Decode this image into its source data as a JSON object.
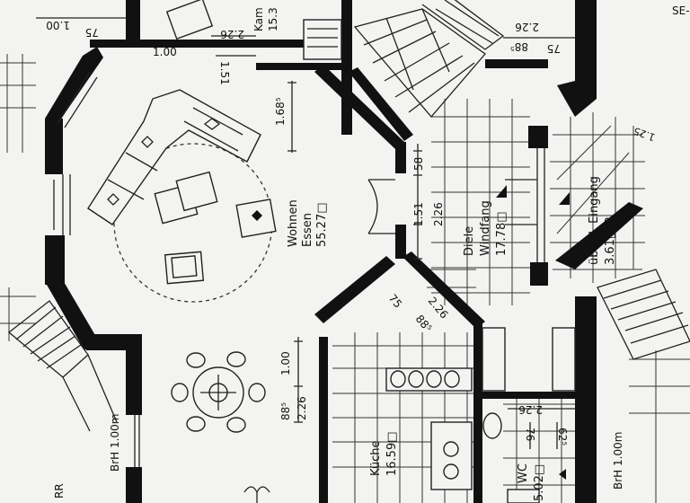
{
  "rooms": {
    "living": {
      "name": "Wohnen",
      "name2": "Essen",
      "area": "55.27□"
    },
    "hall": {
      "name": "Diele",
      "name2": "Windfang",
      "area": "17.78□"
    },
    "entrance": {
      "name": "überd. Eingang",
      "area": "3.61□/2"
    },
    "kitchen": {
      "name": "Küche",
      "area": "16.59□"
    },
    "wc": {
      "name": "WC",
      "area": "5.02□"
    },
    "fireplace": {
      "name": "Kam",
      "area": "15.3"
    }
  },
  "dimensions": {
    "d_75_top": "75",
    "d_100_top": "1.00",
    "d_226_top": "2.26",
    "d_100_top2": "1.00",
    "d_151_top": "1.51",
    "d_226_stair": "2.26",
    "d_88_stair": "88⁵",
    "d_75_stair": "75",
    "d_168": "1.68⁵",
    "d_58": "58",
    "d_151_mid": "1.51",
    "d_226_mid": "2.26",
    "d_75_k": "75",
    "d_226_k": "2.26",
    "d_88_k": "88⁵",
    "d_100_left": "1.00",
    "d_88_left": "88⁵",
    "d_226_left": "2.26",
    "brh_left": "BrH 1.00m",
    "rr": "RR",
    "d_226_wc": "2.26",
    "d_76": "76",
    "d_62": "62⁵",
    "brh_right": "BrH 1.00m",
    "d_125": "1.25",
    "far_right": "SE-D"
  },
  "colors": {
    "paper": "#f3f3f1",
    "ink": "#111111"
  }
}
